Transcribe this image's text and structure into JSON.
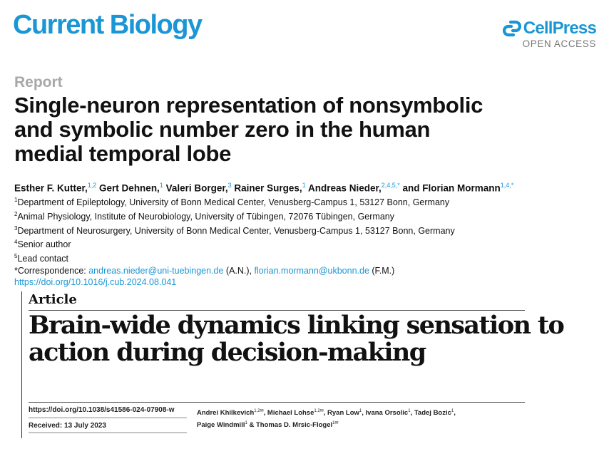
{
  "paper1": {
    "journal": "Current Biology",
    "publisher": "CellPress",
    "access": "OPEN ACCESS",
    "type": "Report",
    "title_lines": [
      "Single-neuron representation of nonsymbolic",
      "and symbolic number zero in the human",
      "medial temporal lobe"
    ],
    "authors": [
      {
        "name": "Esther F. Kutter,",
        "sup": "1,2"
      },
      {
        "name": " Gert Dehnen,",
        "sup": "1"
      },
      {
        "name": " Valeri Borger,",
        "sup": "3"
      },
      {
        "name": " Rainer Surges,",
        "sup": "1"
      },
      {
        "name": " Andreas Nieder,",
        "sup": "2,4,5,*"
      },
      {
        "name": " and Florian Mormann",
        "sup": "1,4,*"
      }
    ],
    "affiliations": [
      {
        "sup": "1",
        "text": "Department of Epileptology, University of Bonn Medical Center, Venusberg-Campus 1, 53127 Bonn, Germany"
      },
      {
        "sup": "2",
        "text": "Animal Physiology, Institute of Neurobiology, University of Tübingen, 72076 Tübingen, Germany"
      },
      {
        "sup": "3",
        "text": "Department of Neurosurgery, University of Bonn Medical Center, Venusberg-Campus 1, 53127 Bonn, Germany"
      },
      {
        "sup": "4",
        "text": "Senior author"
      },
      {
        "sup": "5",
        "text": "Lead contact"
      }
    ],
    "correspondence": {
      "label": "*Correspondence: ",
      "email1": "andreas.nieder@uni-tuebingen.de",
      "initials1": " (A.N.), ",
      "email2": "florian.mormann@ukbonn.de",
      "initials2": " (F.M.)"
    },
    "doi": "https://doi.org/10.1016/j.cub.2024.08.041"
  },
  "paper2": {
    "type": "Article",
    "title_lines": [
      "Brain-wide dynamics linking sensation to",
      "action during decision-making"
    ],
    "doi": "https://doi.org/10.1038/s41586-024-07908-w",
    "received": "Received: 13 July 2023",
    "author_lines": [
      [
        {
          "name": "Andrei Khilkevich",
          "sup": "1,2✉"
        },
        {
          "name": ", Michael Lohse",
          "sup": "1,2✉"
        },
        {
          "name": ", Ryan Low",
          "sup": "1"
        },
        {
          "name": ", Ivana Orsolic",
          "sup": "1"
        },
        {
          "name": ", Tadej Bozic",
          "sup": "1"
        },
        {
          "name": ",",
          "sup": ""
        }
      ],
      [
        {
          "name": "Paige Windmill",
          "sup": "1"
        },
        {
          "name": " & Thomas D. Mrsic-Flogel",
          "sup": "1✉"
        }
      ]
    ]
  },
  "colors": {
    "brand": "#1a96d4",
    "report_gray": "#a8a8a8",
    "open_access_gray": "#777777"
  },
  "icons": {
    "cellpress_logo": "cellpress-logo-icon"
  }
}
